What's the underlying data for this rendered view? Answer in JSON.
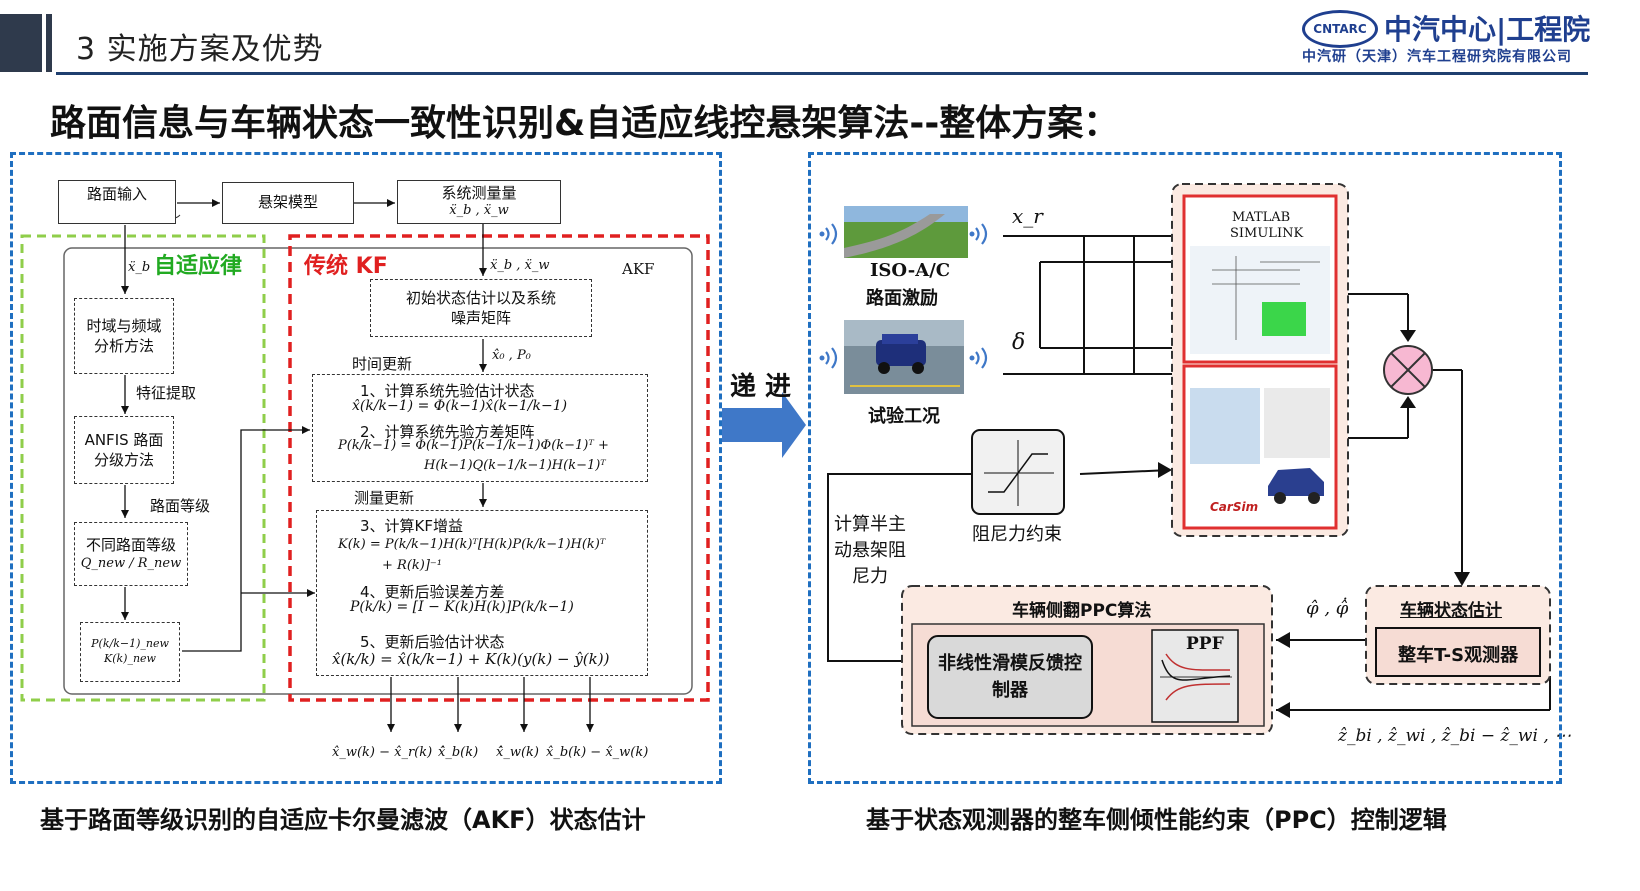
{
  "header": {
    "section_title": "3 实施方案及优势",
    "logo_badge": "CNTARC",
    "logo_main": "中汽中心|工程院",
    "logo_sub": "中汽研（天津）汽车工程研究院有限公司"
  },
  "main_title": "路面信息与车辆状态一致性识别&自适应线控悬架算法--整体方案：",
  "left": {
    "caption": "基于路面等级识别的自适应卡尔曼滤波（AKF）状态估计",
    "road_input": "路面输入",
    "suspension_model": "悬架模型",
    "measure_title": "系统测量量",
    "measure_vars": "ẍ_b , ẍ_w",
    "adaptive_label": "自适应律",
    "kf_label": "传统 KF",
    "akf_label": "AKF",
    "xb_input": "ẍ_b",
    "kf_input_vars": "ẍ_b , ẍ_w",
    "time_freq_box": "时域与频域分析方法",
    "feature_extract": "特征提取",
    "anfis_box": "ANFIS 路面分级方法",
    "road_grade": "路面等级",
    "grade_box_title": "不同路面等级",
    "grade_box_eq": "Q_new / R_new",
    "pk_box_eq1": "P(k/k−1)_new",
    "pk_box_eq2": "K(k)_new",
    "init_box": "初始状态估计以及系统噪声矩阵",
    "init_vars": "x̂₀ , P₀",
    "time_update": "时间更新",
    "step1": "1、计算系统先验估计状态",
    "eq1": "x̂(k/k−1) = Φ(k−1)x̂(k−1/k−1)",
    "step2": "2、计算系统先验方差矩阵",
    "eq2a": "P(k/k−1) = Φ(k−1)P(k−1/k−1)Φ(k−1)ᵀ +",
    "eq2b": "H(k−1)Q(k−1/k−1)H(k−1)ᵀ",
    "meas_update": "测量更新",
    "step3": "3、计算KF增益",
    "eq3a": "K(k) = P(k/k−1)H(k)ᵀ[H(k)P(k/k−1)H(k)ᵀ",
    "eq3b": "+ R(k)]⁻¹",
    "step4": "4、更新后验误差方差",
    "eq4": "P(k/k) = [I − K(k)H(k)]P(k/k−1)",
    "step5": "5、更新后验估计状态",
    "eq5": "x̂(k/k) = x̂(k/k−1) + K(k)(y(k) − ŷ(k))",
    "outputs": [
      "x̂_w(k) − x̂_r(k)",
      "x̂̇_b(k)",
      "x̂̇_w(k)",
      "x̂_b(k) − x̂_w(k)"
    ]
  },
  "arrow_text": "递 进",
  "right": {
    "caption": "基于状态观测器的整车侧倾性能约束（PPC）控制逻辑",
    "iso_label": "ISO-A/C",
    "iso_sub": "路面激励",
    "test_label": "试验工况",
    "xr": "x_r",
    "delta": "δ",
    "matlab1": "MATLAB",
    "matlab2": "SIMULINK",
    "carsim": "CarSim",
    "damper_label": "阻尼力约束",
    "calc_label": "计算半主动悬架阻尼力",
    "ppc_title": "车辆侧翻PPC算法",
    "smc_box": "非线性滑模反馈控制器",
    "ppf_label": "PPF",
    "est_title": "车辆状态估计",
    "ts_box": "整车T-S观测器",
    "phi_label": "φ̂ , φ̂̇",
    "z_label": "ẑ_bi , ẑ_wi , ẑ_bi − ẑ_wi , ⋯"
  },
  "colors": {
    "panel_border": "#1f6fc0",
    "adaptive": "#22aa22",
    "adaptive_border": "#8fce4a",
    "kf": "#e02020",
    "arrow": "#3f78c8",
    "group_bg": "#fbeae2",
    "sum_fill": "#f7b8d2"
  }
}
